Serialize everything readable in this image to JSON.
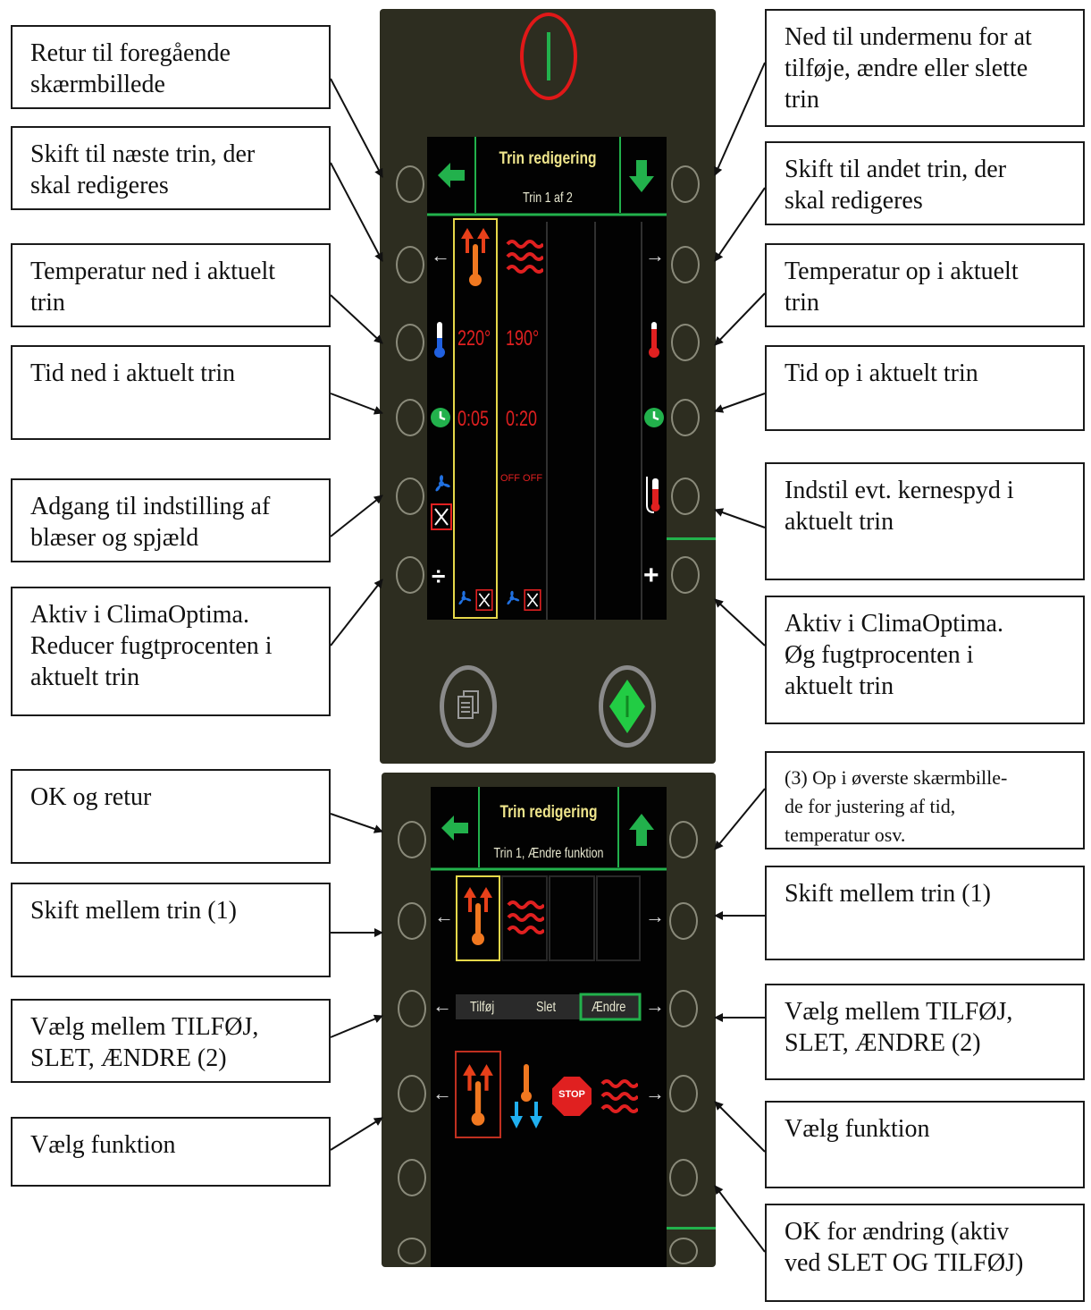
{
  "screen1": {
    "title": "Trin redigering",
    "subtitle": "Trin 1 af 2",
    "temp1": "220°",
    "temp2": "190°",
    "time1": "0:05",
    "time2": "0:20",
    "off": "OFF OFF"
  },
  "screen2": {
    "title": "Trin redigering",
    "subtitle": "Trin 1, Ændre funktion",
    "tab_add": "Tilføj",
    "tab_delete": "Slet",
    "tab_change": "Ændre",
    "stop_label": "STOP"
  },
  "callouts": {
    "l1": "Retur til foregående\nskærmbillede",
    "l2": "Skift til næste trin, der\nskal redigeres",
    "l3": "Temperatur ned i aktuelt\ntrin",
    "l4": "Tid ned i aktuelt trin",
    "l5": "Adgang til indstilling af\nblæser og spjæld",
    "l6": "Aktiv i ClimaOptima.\nReducer fugtprocenten i\naktuelt trin",
    "l7": "OK og retur",
    "l8": "Skift mellem trin (1)",
    "l9": "Vælg mellem TILFØJ,\nSLET, ÆNDRE (2)",
    "l10": "Vælg funktion",
    "r1": "Ned til undermenu for at\ntilføje, ændre eller slette\ntrin",
    "r2": "Skift til andet trin, der\nskal redigeres",
    "r3": "Temperatur op i aktuelt\ntrin",
    "r4": "Tid op i aktuelt trin",
    "r5": "Indstil evt. kernespyd i\naktuelt trin",
    "r6": "Aktiv i ClimaOptima.\nØg fugtprocenten i\naktuelt trin",
    "r7": "(3) Op i øverste skærmbille-\nde for justering af tid,\ntemperatur osv.",
    "r8": "Skift mellem trin (1)",
    "r9": "Vælg mellem TILFØJ,\nSLET, ÆNDRE (2)",
    "r10": "Vælg funktion",
    "r11": "OK for ændring (aktiv\nved SLET OG TILFØJ)"
  },
  "colors": {
    "bezel": "#2d2d20",
    "green": "#22b14c",
    "red": "#e02020",
    "yellow": "#f0e68c",
    "blue": "#2070e0",
    "cyan": "#20b0f0"
  }
}
